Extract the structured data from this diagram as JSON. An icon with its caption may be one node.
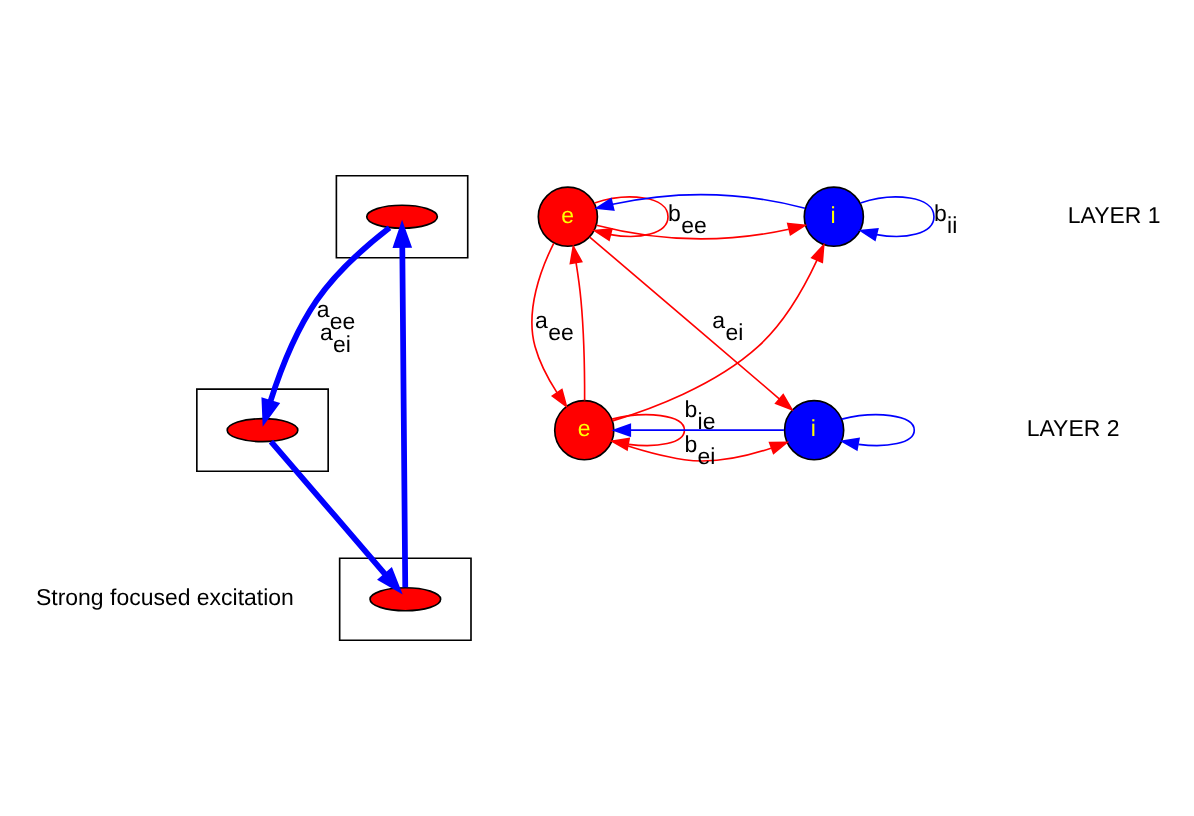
{
  "diagram": {
    "nodes": [
      {
        "text": [],
        "shape": "box"
      },
      {
        "text": [],
        "shape": "ellipse",
        "in": 0
      },
      {
        "text": [],
        "shape": "box"
      },
      {
        "text": [],
        "shape": "ellipse",
        "in": 2
      },
      {
        "text": [],
        "shape": "box"
      },
      {
        "text": [],
        "shape": "ellipse",
        "in": 4
      },
      {
        "text": [
          "e"
        ]
      },
      {
        "text": [
          "i"
        ]
      },
      {
        "text": [
          "e"
        ]
      },
      {
        "text": [
          "i"
        ]
      }
    ],
    "edges": [
      {
        "from": 1,
        "to": 3,
        "arrow": "to",
        "style": "thick",
        "color": "#0000ff",
        "label": "a$_{ee}$ a$_{ei}$"
      },
      {
        "from": 3,
        "to": 5,
        "arrow": "to",
        "style": "thick",
        "color": "#0000ff"
      },
      {
        "from": 5,
        "to": 1,
        "arrow": "to",
        "style": "thick",
        "color": "#0000ff"
      },
      {
        "from": 6,
        "to": 7,
        "arrow": "to"
      },
      {
        "from": 7,
        "to": 6,
        "arrow": "to",
        "color": "#0000ff"
      },
      {
        "from": 6,
        "to": 6,
        "arrow": "to",
        "label": "b$_{ee}$"
      },
      {
        "from": 7,
        "to": 7,
        "arrow": "to",
        "label": "b$_{ii}$",
        "color": "#0000ff"
      },
      {
        "from": 6,
        "to": 8,
        "arrow": "to",
        "label": "a$_{ee}$"
      },
      {
        "from": 8,
        "to": 6,
        "arrow": "to"
      },
      {
        "from": 6,
        "to": 9,
        "arrow": "to",
        "label": "a$_{ei}$"
      },
      {
        "from": 8,
        "to": 7,
        "arrow": "to"
      },
      {
        "from": 9,
        "to": 8,
        "arrow": "to",
        "label": "b$_{ie}$",
        "color": "#0000ff"
      },
      {
        "from": 8,
        "to": 8,
        "arrow": "to"
      },
      {
        "from": 8,
        "to": 9,
        "arrow": "to",
        "label": "b$_{ei}$"
      },
      {
        "from": 9,
        "to": 9,
        "arrow": "to",
        "color": "#0000ff"
      }
    ],
    "labels": [
      "Strong focused excitation",
      "LAYER 1",
      "LAYER 2"
    ]
  }
}
